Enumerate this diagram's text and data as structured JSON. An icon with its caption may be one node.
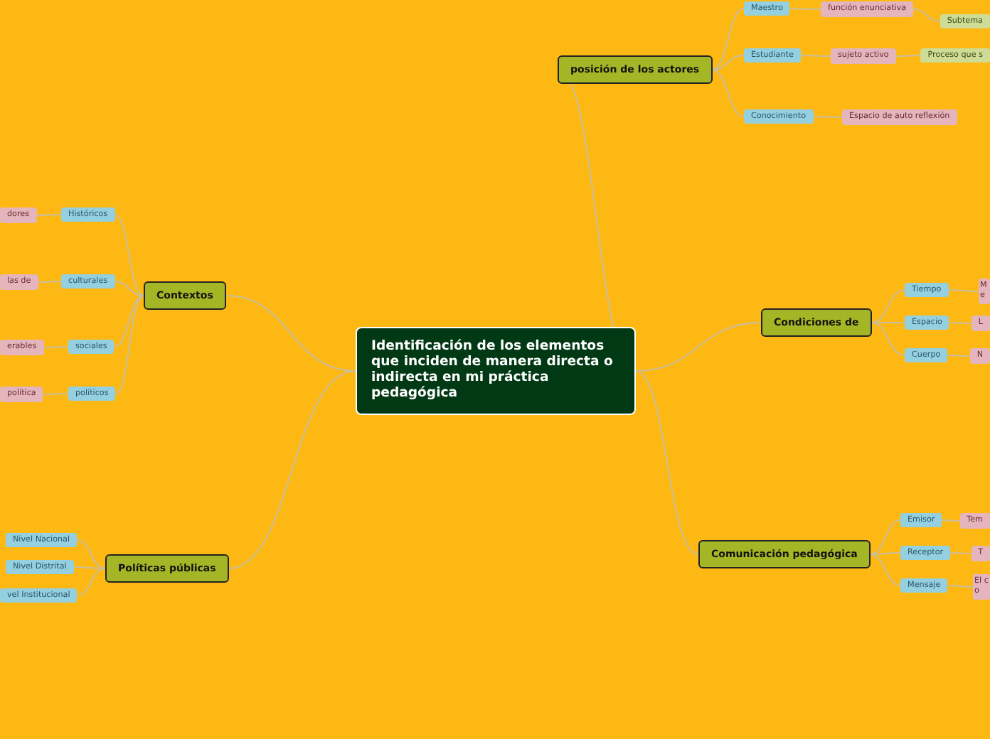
{
  "diagram": {
    "nodes": [
      {
        "text": [
          "Identificación de los elementos que inciden de manera directa o indirecta en mi práctica pedagógica"
        ]
      },
      {
        "text": [
          "posición de los actores"
        ]
      },
      {
        "text": [
          "Maestro"
        ]
      },
      {
        "text": [
          "función enunciativa"
        ]
      },
      {
        "text": [
          "Subtema"
        ]
      },
      {
        "text": [
          "Estudiante"
        ]
      },
      {
        "text": [
          "sujeto activo"
        ]
      },
      {
        "text": [
          "Proceso que s"
        ]
      },
      {
        "text": [
          "Conocimiento"
        ]
      },
      {
        "text": [
          "Espacio de auto reflexión"
        ]
      },
      {
        "text": [
          "Condiciones de"
        ]
      },
      {
        "text": [
          "Tiempo"
        ]
      },
      {
        "text": [
          "M e"
        ]
      },
      {
        "text": [
          "Espacio"
        ]
      },
      {
        "text": [
          "L"
        ]
      },
      {
        "text": [
          "Cuerpo"
        ]
      },
      {
        "text": [
          "N"
        ]
      },
      {
        "text": [
          "Comunicación pedagógica"
        ]
      },
      {
        "text": [
          "Emisor"
        ]
      },
      {
        "text": [
          "Tem"
        ]
      },
      {
        "text": [
          "Receptor"
        ]
      },
      {
        "text": [
          "T"
        ]
      },
      {
        "text": [
          "Mensaje"
        ]
      },
      {
        "text": [
          "El co"
        ]
      },
      {
        "text": [
          "Políticas públicas"
        ]
      },
      {
        "text": [
          "Nivel Nacional"
        ]
      },
      {
        "text": [
          "Nivel Distrital"
        ]
      },
      {
        "text": [
          "vel Institucional"
        ]
      },
      {
        "text": [
          "Contextos"
        ]
      },
      {
        "text": [
          "Históricos"
        ]
      },
      {
        "text": [
          "dores"
        ]
      },
      {
        "text": [
          "culturales"
        ]
      },
      {
        "text": [
          "las de"
        ]
      },
      {
        "text": [
          "sociales"
        ]
      },
      {
        "text": [
          "erables"
        ]
      },
      {
        "text": [
          "políticos"
        ]
      },
      {
        "text": [
          "política"
        ]
      }
    ],
    "edges": [
      {
        "from": 0,
        "to": 1,
        "arrow": "none"
      },
      {
        "from": 0,
        "to": 10,
        "arrow": "none"
      },
      {
        "from": 0,
        "to": 17,
        "arrow": "none"
      },
      {
        "from": 0,
        "to": 24,
        "arrow": "none"
      },
      {
        "from": 0,
        "to": 28,
        "arrow": "none"
      },
      {
        "from": 1,
        "to": 2,
        "arrow": "none"
      },
      {
        "from": 1,
        "to": 5,
        "arrow": "none"
      },
      {
        "from": 1,
        "to": 8,
        "arrow": "none"
      },
      {
        "from": 2,
        "to": 3,
        "arrow": "none"
      },
      {
        "from": 3,
        "to": 4,
        "arrow": "none"
      },
      {
        "from": 5,
        "to": 6,
        "arrow": "none"
      },
      {
        "from": 6,
        "to": 7,
        "arrow": "none"
      },
      {
        "from": 8,
        "to": 9,
        "arrow": "none"
      },
      {
        "from": 10,
        "to": 11,
        "arrow": "none"
      },
      {
        "from": 10,
        "to": 13,
        "arrow": "none"
      },
      {
        "from": 10,
        "to": 15,
        "arrow": "none"
      },
      {
        "from": 11,
        "to": 12,
        "arrow": "none"
      },
      {
        "from": 13,
        "to": 14,
        "arrow": "none"
      },
      {
        "from": 15,
        "to": 16,
        "arrow": "none"
      },
      {
        "from": 17,
        "to": 18,
        "arrow": "none"
      },
      {
        "from": 17,
        "to": 20,
        "arrow": "none"
      },
      {
        "from": 17,
        "to": 22,
        "arrow": "none"
      },
      {
        "from": 18,
        "to": 19,
        "arrow": "none"
      },
      {
        "from": 20,
        "to": 21,
        "arrow": "none"
      },
      {
        "from": 22,
        "to": 23,
        "arrow": "none"
      },
      {
        "from": 24,
        "to": 25,
        "arrow": "none"
      },
      {
        "from": 24,
        "to": 26,
        "arrow": "none"
      },
      {
        "from": 24,
        "to": 27,
        "arrow": "none"
      },
      {
        "from": 28,
        "to": 29,
        "arrow": "none"
      },
      {
        "from": 28,
        "to": 31,
        "arrow": "none"
      },
      {
        "from": 28,
        "to": 33,
        "arrow": "none"
      },
      {
        "from": 28,
        "to": 35,
        "arrow": "none"
      },
      {
        "from": 29,
        "to": 30,
        "arrow": "none"
      },
      {
        "from": 31,
        "to": 32,
        "arrow": "none"
      },
      {
        "from": 33,
        "to": 34,
        "arrow": "none"
      },
      {
        "from": 35,
        "to": 36,
        "arrow": "none"
      }
    ]
  }
}
